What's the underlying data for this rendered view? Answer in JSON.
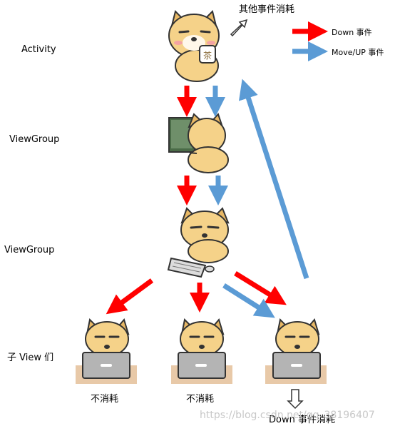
{
  "labels": {
    "activity": "Activity",
    "viewgroup_top": "ViewGroup",
    "viewgroup_mid": "ViewGroup",
    "child_views": "子 View 们"
  },
  "legend": {
    "other_consume": "其他事件消耗",
    "down_event": "Down 事件",
    "move_up_event": "Move/UP 事件"
  },
  "children": [
    {
      "caption": "不消耗"
    },
    {
      "caption": "不消耗"
    },
    {
      "caption": "Down 事件消耗"
    }
  ],
  "watermark": "https://blog.csdn.net/qq_38196407",
  "colors": {
    "down": "#ff0000",
    "move_up": "#5b9bd5",
    "dog": "#f5d289",
    "dog_dark": "#e8b865",
    "desk": "#e8c9a8",
    "laptop": "#b4b4b4"
  }
}
